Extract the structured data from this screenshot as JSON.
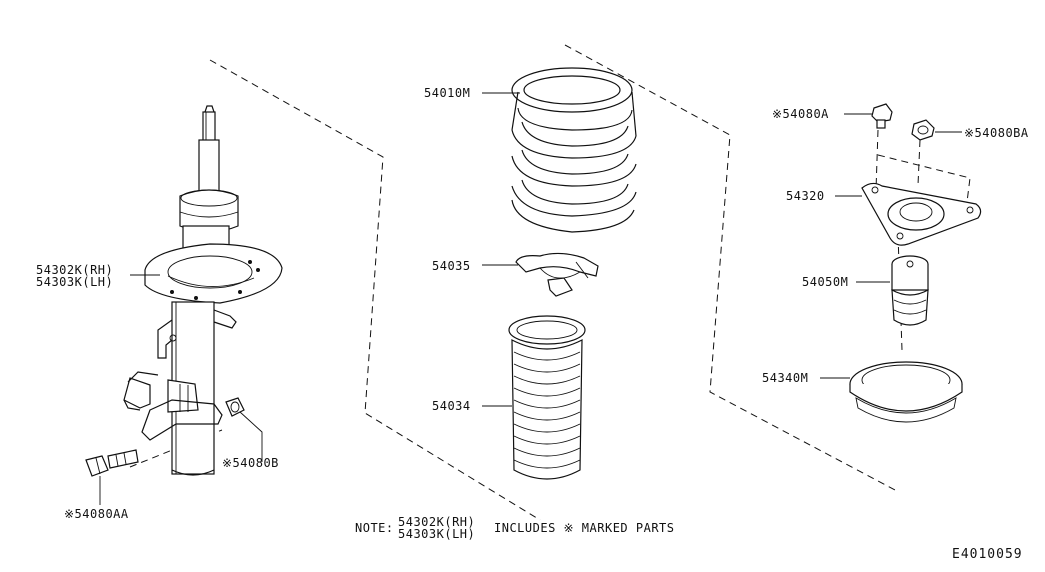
{
  "labels": {
    "strut_rh": "54302K(RH)",
    "strut_lh": "54303K(LH)",
    "bolt": "※54080AA",
    "nut_bracket": "※54080B",
    "spring": "54010M",
    "seat": "54035",
    "boot": "54034",
    "nut_a": "※54080A",
    "nut_ba": "※54080BA",
    "mount": "54320",
    "bumper": "54050M",
    "bearing": "54340M"
  },
  "note": {
    "prefix": "NOTE:",
    "line1": "54302K(RH)",
    "line2": "54303K(LH)",
    "suffix": "INCLUDES ※ MARKED PARTS"
  },
  "diagram_code": "E4010059"
}
